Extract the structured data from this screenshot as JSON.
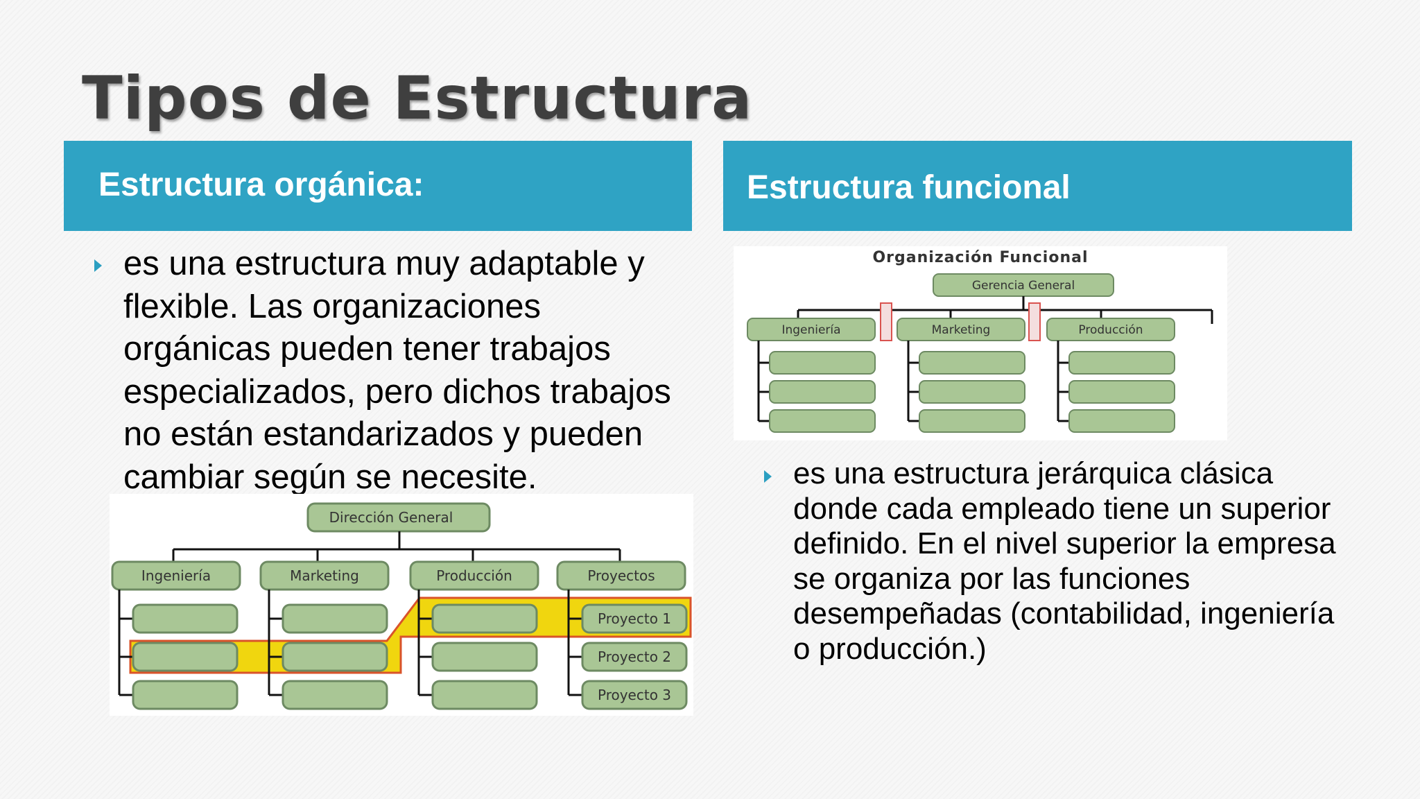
{
  "slide": {
    "title": "Tipos de Estructura",
    "left": {
      "header": "Estructura orgánica:",
      "bullet": "es una estructura muy adaptable y flexible. Las organizaciones orgánicas pueden tener trabajos especializados, pero dichos trabajos no están estandarizados y pueden cambiar según se necesite."
    },
    "right": {
      "header": "Estructura funcional",
      "bullet": "es una estructura jerárquica clásica donde cada empleado tiene un superior definido. En el nivel superior la empresa se organiza por las funciones desempeñadas (contabilidad, ingeniería o producción.)"
    }
  },
  "functional_chart": {
    "title": "Organización Funcional",
    "root": "Gerencia General",
    "departments": [
      "Ingeniería",
      "Marketing",
      "Producción"
    ]
  },
  "organic_chart": {
    "root": "Dirección General",
    "departments": [
      "Ingeniería",
      "Marketing",
      "Producción",
      "Proyectos"
    ],
    "projects": [
      "Proyecto 1",
      "Proyecto 2",
      "Proyecto 3"
    ]
  },
  "colors": {
    "header_bar": "#2fa3c4",
    "box_fill": "#a9c695",
    "box_stroke": "#6d8a62",
    "highlight_fill": "#f0d60f",
    "highlight_stroke": "#d9532a",
    "bullet_arrow": "#2b9fc1"
  }
}
